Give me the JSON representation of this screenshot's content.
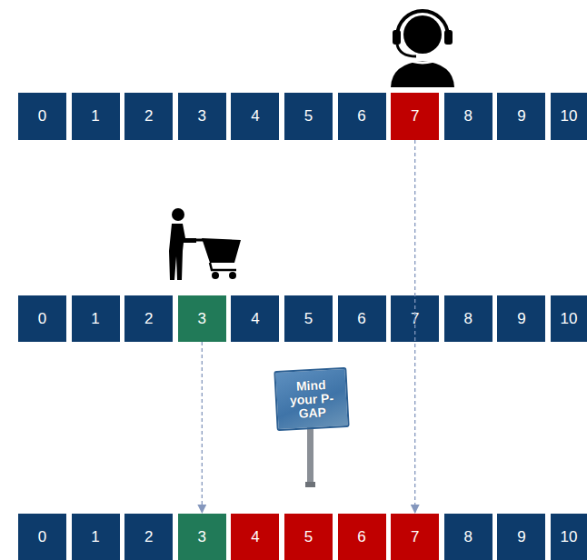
{
  "diagram": {
    "nodes": [
      {
        "text": [
          "0"
        ]
      },
      {
        "text": [
          "1"
        ]
      },
      {
        "text": [
          "2"
        ]
      },
      {
        "text": [
          "3"
        ]
      },
      {
        "text": [
          "4"
        ]
      },
      {
        "text": [
          "5"
        ]
      },
      {
        "text": [
          "6"
        ]
      },
      {
        "text": [
          "7"
        ]
      },
      {
        "text": [
          "8"
        ]
      },
      {
        "text": [
          "9"
        ]
      },
      {
        "text": [
          "10"
        ]
      },
      {
        "text": [
          "0"
        ]
      },
      {
        "text": [
          "1"
        ]
      },
      {
        "text": [
          "2"
        ]
      },
      {
        "text": [
          "3"
        ]
      },
      {
        "text": [
          "4"
        ]
      },
      {
        "text": [
          "5"
        ]
      },
      {
        "text": [
          "6"
        ]
      },
      {
        "text": [
          "7"
        ]
      },
      {
        "text": [
          "8"
        ]
      },
      {
        "text": [
          "9"
        ]
      },
      {
        "text": [
          "10"
        ]
      },
      {
        "text": [
          "Mind your P-GAP"
        ]
      },
      {
        "text": [
          "0"
        ]
      },
      {
        "text": [
          "1"
        ]
      },
      {
        "text": [
          "2"
        ]
      },
      {
        "text": [
          "3"
        ]
      },
      {
        "text": [
          "4"
        ]
      },
      {
        "text": [
          "5"
        ]
      },
      {
        "text": [
          "6"
        ]
      },
      {
        "text": [
          "7"
        ]
      },
      {
        "text": [
          "8"
        ]
      },
      {
        "text": [
          "9"
        ]
      },
      {
        "text": [
          "10"
        ]
      }
    ],
    "edges": [
      {
        "from": 7,
        "to": 30,
        "arrow": "to"
      },
      {
        "from": 14,
        "to": 26,
        "arrow": "to"
      }
    ]
  }
}
